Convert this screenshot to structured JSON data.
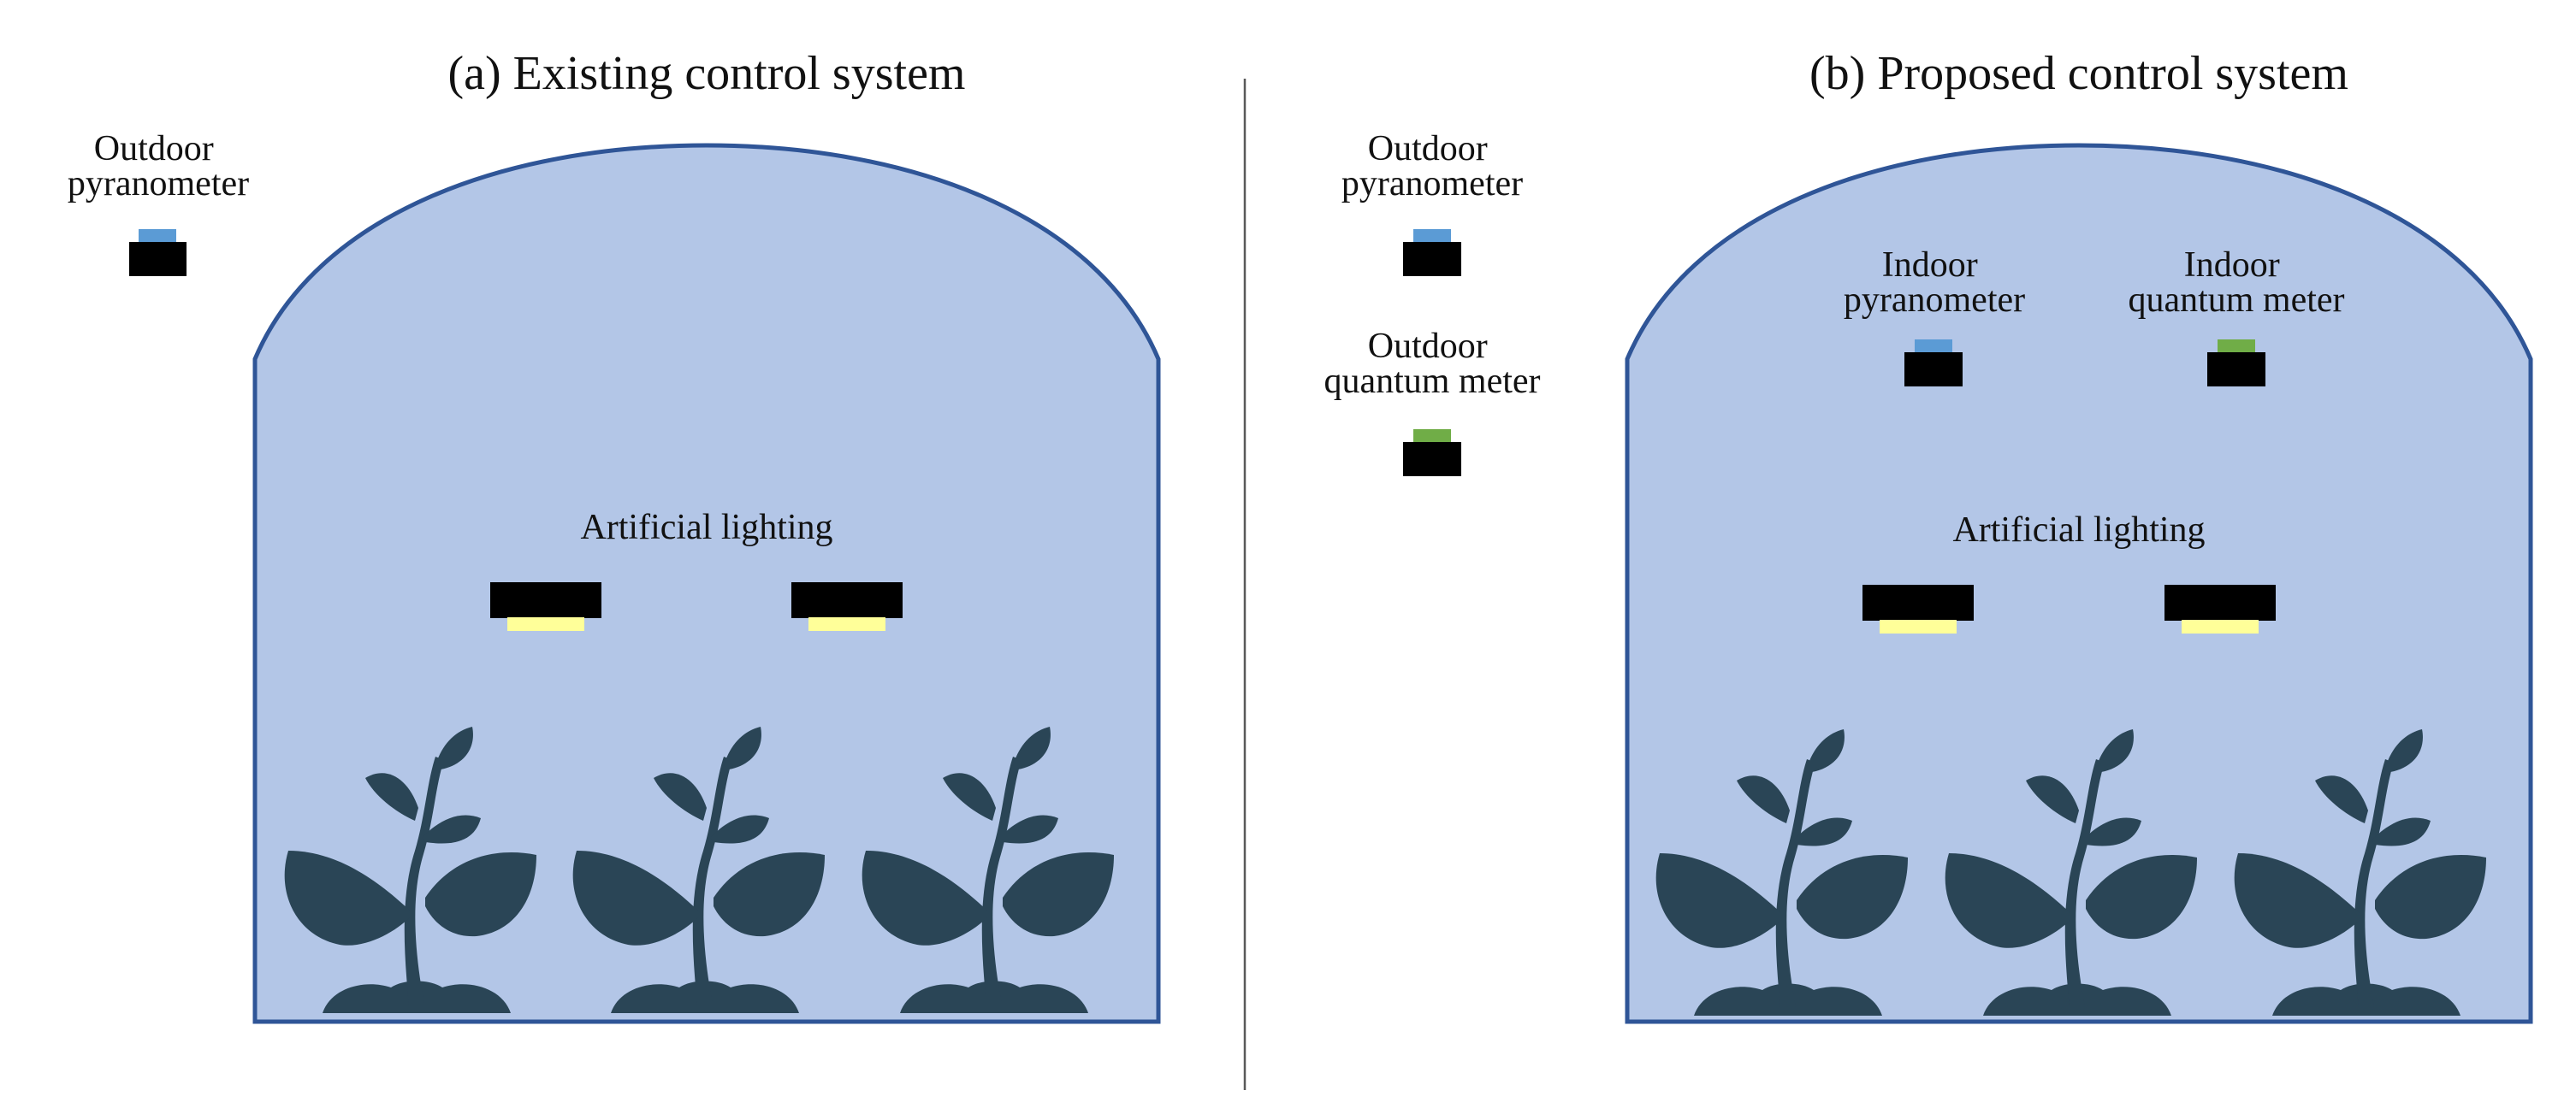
{
  "colors": {
    "greenhouse_fill": "#b3c6e7",
    "greenhouse_stroke": "#2f5597",
    "sensor_body": "#000000",
    "pyranometer_dome": "#5b9bd5",
    "quantum_sensor": "#70ad47",
    "lamp_glow": "#ffff99",
    "plant": "#2a4556",
    "divider": "#595959"
  },
  "panels": [
    {
      "title": "(a) Existing control system",
      "outdoor_sensors": [
        {
          "label_lines": [
            "Outdoor",
            "pyranometer"
          ],
          "icon": "pyranometer-icon"
        }
      ],
      "indoor_sensors": [],
      "lighting_label": "Artificial lighting"
    },
    {
      "title": "(b) Proposed control system",
      "outdoor_sensors": [
        {
          "label_lines": [
            "Outdoor",
            "pyranometer"
          ],
          "icon": "pyranometer-icon"
        },
        {
          "label_lines": [
            "Outdoor",
            "quantum meter"
          ],
          "icon": "quantum-meter-icon"
        }
      ],
      "indoor_sensors": [
        {
          "label_lines": [
            "Indoor",
            "pyranometer"
          ],
          "icon": "pyranometer-icon"
        },
        {
          "label_lines": [
            "Indoor",
            "quantum meter"
          ],
          "icon": "quantum-meter-icon"
        }
      ],
      "lighting_label": "Artificial lighting"
    }
  ]
}
